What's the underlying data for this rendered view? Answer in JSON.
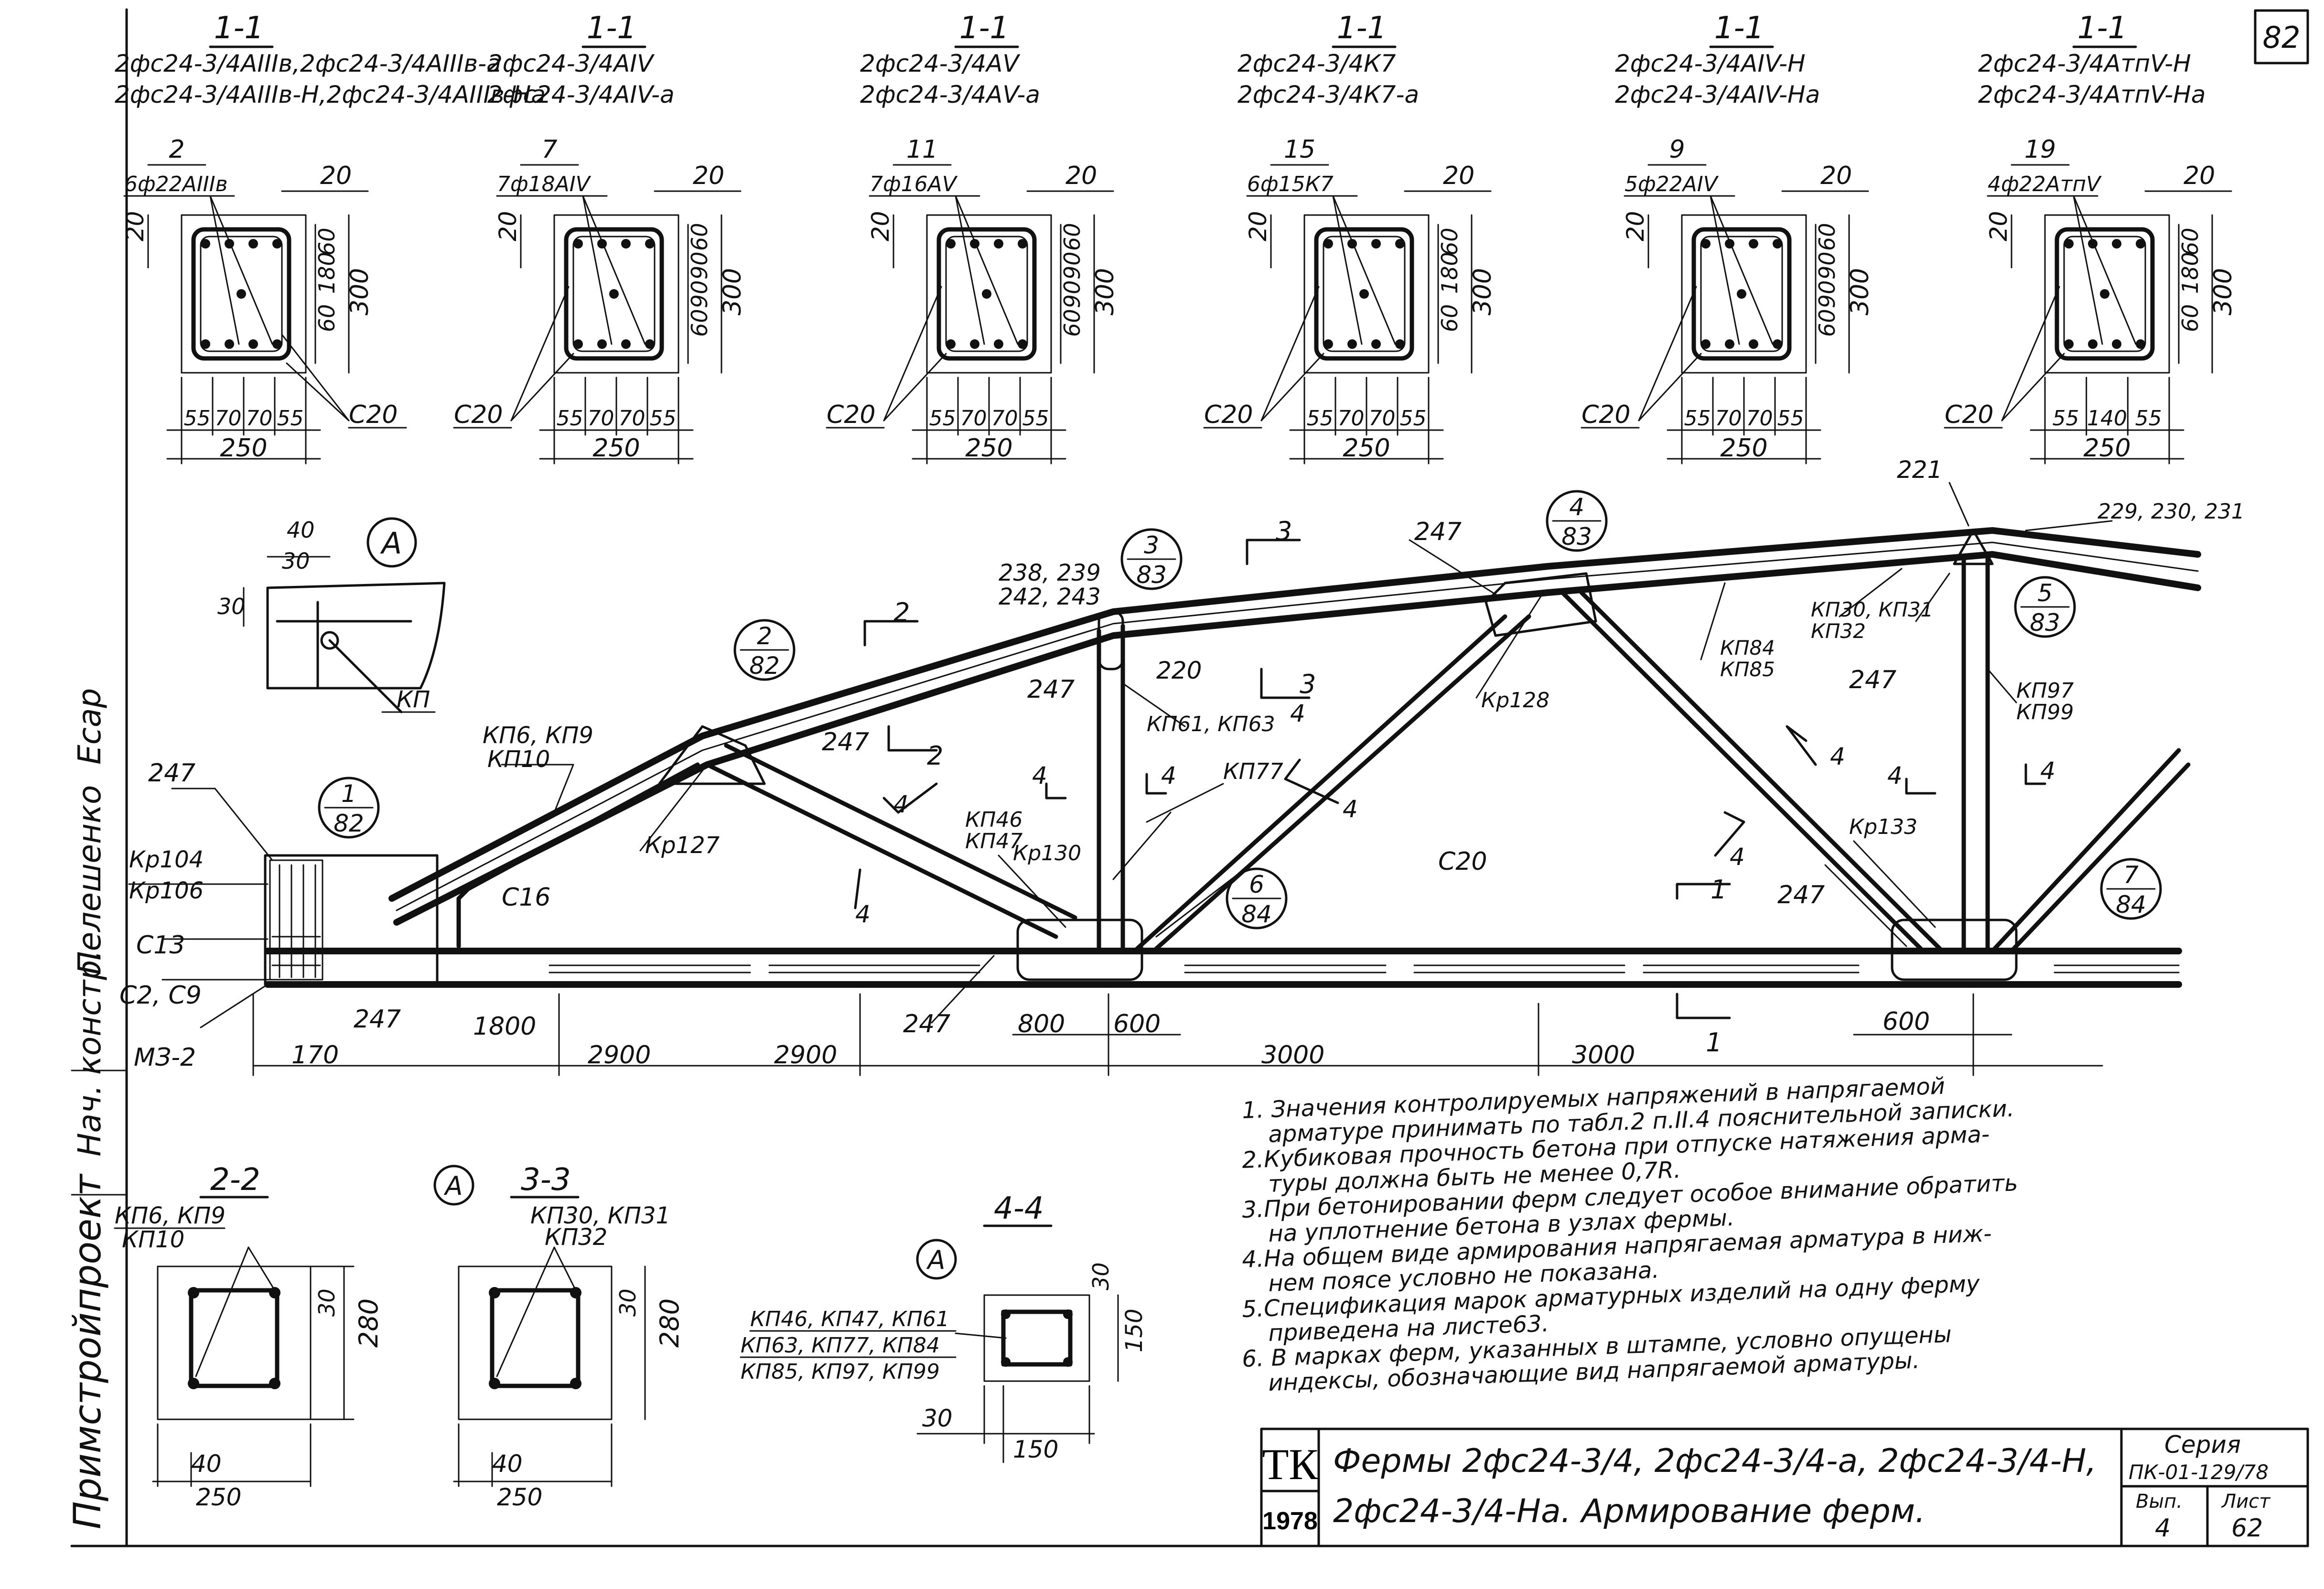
{
  "sheet": {
    "sheet_corner_number": "82",
    "side_stamp": "Примстройпроект",
    "side_label_chief": "Нач. констр.",
    "side_name": "Пелешенко",
    "side_signature": "Есар"
  },
  "sections": [
    {
      "title": "1-1",
      "marks_line1": "2фс24-3/4АIIIв,2фс24-3/4АIIIв-а",
      "marks_line2": "2фс24-3/4АIIIв-Н,2фс24-3/4АIIIв-На",
      "pos": "2",
      "bar": "6ф22АIIIв",
      "top_dim": "20",
      "left_dim": "20",
      "right_dims": [
        "60",
        "180",
        "60"
      ],
      "overall_dim": "300",
      "bottom_dims": [
        "55",
        "70",
        "70",
        "55"
      ],
      "width": "250",
      "stirrup": "С20"
    },
    {
      "title": "1-1",
      "marks_line1": "2фс24-3/4АIV",
      "marks_line2": "2фс24-3/4АIV-а",
      "pos": "7",
      "bar": "7ф18АIV",
      "top_dim": "20",
      "left_dim": "20",
      "right_dims": [
        "60",
        "90",
        "90",
        "60"
      ],
      "overall_dim": "300",
      "bottom_dims": [
        "55",
        "70",
        "70",
        "55"
      ],
      "width": "250",
      "stirrup": "С20"
    },
    {
      "title": "1-1",
      "marks_line1": "2фс24-3/4АV",
      "marks_line2": "2фс24-3/4АV-а",
      "pos": "11",
      "bar": "7ф16АV",
      "top_dim": "20",
      "left_dim": "20",
      "right_dims": [
        "60",
        "90",
        "90",
        "60"
      ],
      "overall_dim": "300",
      "bottom_dims": [
        "55",
        "70",
        "70",
        "55"
      ],
      "width": "250",
      "stirrup": "С20"
    },
    {
      "title": "1-1",
      "marks_line1": "2фс24-3/4К7",
      "marks_line2": "2фс24-3/4К7-а",
      "pos": "15",
      "bar": "6ф15К7",
      "top_dim": "20",
      "left_dim": "20",
      "right_dims": [
        "60",
        "180",
        "60"
      ],
      "overall_dim": "300",
      "bottom_dims": [
        "55",
        "70",
        "70",
        "55"
      ],
      "width": "250",
      "stirrup": "С20"
    },
    {
      "title": "1-1",
      "marks_line1": "2фс24-3/4АIV-Н",
      "marks_line2": "2фс24-3/4АIV-На",
      "pos": "9",
      "bar": "5ф22АIV",
      "top_dim": "20",
      "left_dim": "20",
      "right_dims": [
        "60",
        "90",
        "90",
        "60"
      ],
      "overall_dim": "300",
      "bottom_dims": [
        "55",
        "70",
        "70",
        "55"
      ],
      "width": "250",
      "stirrup": "С20"
    },
    {
      "title": "1-1",
      "marks_line1": "2фс24-3/4АтпV-Н",
      "marks_line2": "2фс24-3/4АтпV-На",
      "pos": "19",
      "bar": "4ф22АтпV",
      "top_dim": "20",
      "left_dim": "20",
      "right_dims": [
        "60",
        "180",
        "60"
      ],
      "overall_dim": "300",
      "bottom_dims": [
        "55",
        "140",
        "55"
      ],
      "width": "250",
      "stirrup": "С20"
    }
  ],
  "truss_labels": {
    "detail_a": "А",
    "detail_a_dims": [
      "40",
      "30",
      "30"
    ],
    "detail_a_kp": "КП",
    "bubble_1_82": [
      "1",
      "82"
    ],
    "bubble_2_82": [
      "2",
      "82"
    ],
    "bubble_3_83": [
      "3",
      "83"
    ],
    "bubble_4_83": [
      "4",
      "83"
    ],
    "bubble_5_83": [
      "5",
      "83"
    ],
    "bubble_6_84": [
      "6",
      "84"
    ],
    "bubble_7_84": [
      "7",
      "84"
    ],
    "l_247": "247",
    "l_kr104": "Кр104",
    "l_kr106": "Кр106",
    "l_c13": "С13",
    "l_c2c9": "С2, С9",
    "l_m32": "МЗ-2",
    "l_c16": "С16",
    "l_c20": "С20",
    "l_kp6kp9": "КП6, КП9",
    "l_kp10": "КП10",
    "l_kr127": "Кр127",
    "l_kp46": "КП46",
    "l_kp47": "КП47",
    "l_kr130": "Кр130",
    "l_238": "238, 239",
    "l_242": "242, 243",
    "l_220": "220",
    "l_kp61": "КП61, КП63",
    "l_kp77": "КП77",
    "l_kr128": "Кр128",
    "l_kp84": "КП84",
    "l_kp85": "КП85",
    "l_kp30": "КП30, КП31",
    "l_kp32": "КП32",
    "l_221": "221",
    "l_229": "229, 230, 231",
    "l_kp97": "КП97",
    "l_kp99": "КП99",
    "l_kr133": "Кр133",
    "cut_2": "2",
    "cut_3": "3",
    "cut_4": "4",
    "cut_1": "1",
    "dims_bottom": [
      "170",
      "1800",
      "2900",
      "2900",
      "800",
      "600",
      "3000",
      "3000",
      "600"
    ]
  },
  "small_sections": {
    "s22_title": "2-2",
    "s22_labels": [
      "КП6, КП9",
      "КП10"
    ],
    "s22_dims": [
      "30",
      "280",
      "40",
      "250"
    ],
    "s33_title": "3-3",
    "s33_labels": [
      "КП30, КП31",
      "КП32"
    ],
    "s33_dims": [
      "30",
      "280",
      "40",
      "250"
    ],
    "s44_title": "4-4",
    "s44_labels": [
      "КП46, КП47, КП61",
      "КП63, КП77, КП84",
      "КП85, КП97, КП99"
    ],
    "s44_dims": [
      "30",
      "150",
      "30",
      "150"
    ],
    "detail_a": "А"
  },
  "notes": [
    "1. Значения контролируемых напряжений в напрягаемой",
    "арматуре принимать по табл.2 п.II.4 пояснительной записки.",
    "2.Кубиковая прочность бетона при отпуске натяжения арма-",
    "туры должна быть не менее 0,7R.",
    "3.При бетонировании ферм следует особое внимание обратить",
    "на уплотнение бетона в узлах фермы.",
    "4.На общем виде армирования напрягаемая арматура в ниж-",
    "нем поясе условно не показана.",
    "5.Спецификация марок арматурных изделий на одну ферму",
    "приведена на листе63.",
    "6. В марках ферм, указанных в штампе, условно опущены",
    "индексы, обозначающие вид напрягаемой арматуры."
  ],
  "title_block": {
    "logo": "ТК",
    "year": "1978",
    "title_line1": "Фермы 2фс24-3/4, 2фс24-3/4-а, 2фс24-3/4-Н,",
    "title_line2": "2фс24-3/4-На. Армирование ферм.",
    "series_label": "Серия",
    "series_value": "ПК-01-129/78",
    "vyp_label": "Вып.",
    "vyp_value": "4",
    "list_label": "Лист",
    "list_value": "62"
  }
}
